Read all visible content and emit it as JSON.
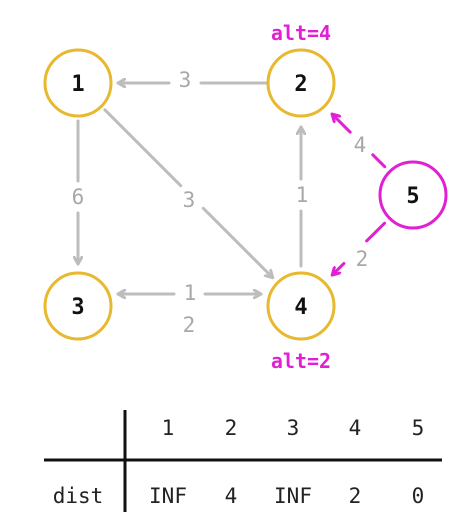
{
  "colors": {
    "node_default": "#e8b82e",
    "node_source": "#e11fd3",
    "edge_default": "#bdbdbd",
    "edge_active": "#e11fd3",
    "weight_default": "#a8a8a8",
    "highlight": "#e11fd3",
    "text": "#111111"
  },
  "graph": {
    "nodes": [
      {
        "id": "1",
        "label": "1",
        "role": "default"
      },
      {
        "id": "2",
        "label": "2",
        "role": "default"
      },
      {
        "id": "3",
        "label": "3",
        "role": "default"
      },
      {
        "id": "4",
        "label": "4",
        "role": "default"
      },
      {
        "id": "5",
        "label": "5",
        "role": "source"
      }
    ],
    "edges": [
      {
        "from": "2",
        "to": "1",
        "weight": "3",
        "active": false
      },
      {
        "from": "1",
        "to": "3",
        "weight": "6",
        "active": false
      },
      {
        "from": "1",
        "to": "4",
        "weight": "3",
        "active": false
      },
      {
        "from": "4",
        "to": "2",
        "weight": "1",
        "active": false
      },
      {
        "from": "3",
        "to": "4",
        "weight": "1",
        "active": false
      },
      {
        "from": "4",
        "to": "3",
        "weight": "2",
        "active": false
      },
      {
        "from": "5",
        "to": "2",
        "weight": "4",
        "active": true
      },
      {
        "from": "5",
        "to": "4",
        "weight": "2",
        "active": true
      }
    ],
    "annotations": [
      {
        "node": "2",
        "text": "alt=4"
      },
      {
        "node": "4",
        "text": "alt=2"
      }
    ]
  },
  "table": {
    "row_label": "dist",
    "headers": [
      "1",
      "2",
      "3",
      "4",
      "5"
    ],
    "values": [
      {
        "text": "INF",
        "highlight": false
      },
      {
        "text": "4",
        "highlight": true
      },
      {
        "text": "INF",
        "highlight": false
      },
      {
        "text": "2",
        "highlight": true
      },
      {
        "text": "0",
        "highlight": false
      }
    ]
  }
}
